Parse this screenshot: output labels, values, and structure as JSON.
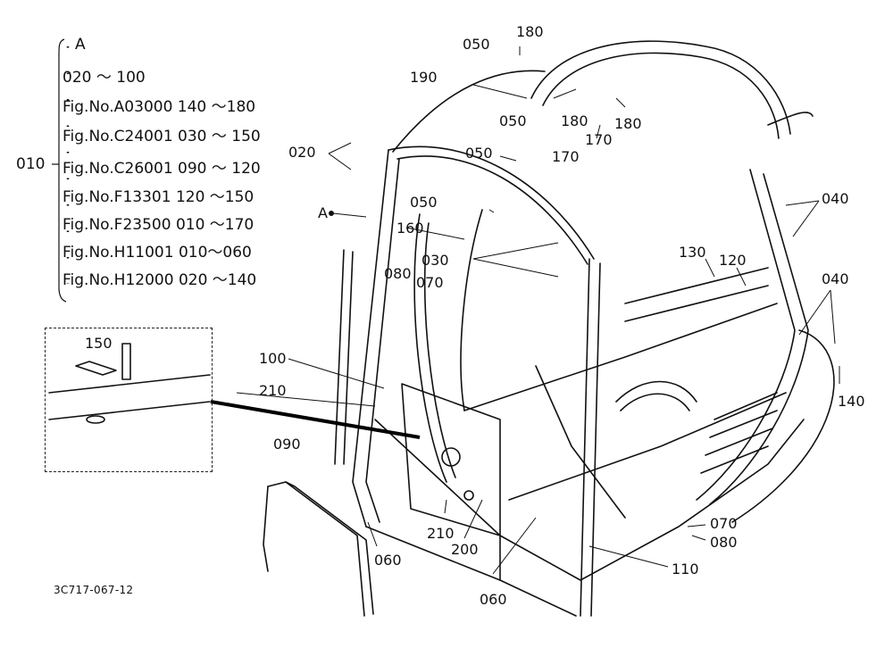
{
  "reference_list": {
    "root_label": "010",
    "first_item": "A",
    "items": [
      "020 ～ 100",
      "Fig.No.A03000 140 ～180",
      "Fig.No.C24001 030 ～ 150",
      "Fig.No.C26001 090 ～ 120",
      "Fig.No.F13301 120 ～150",
      "Fig.No.F23500 010 ～170",
      "Fig.No.H11001 010～060",
      "Fig.No.H12000 020 ～140"
    ]
  },
  "callouts": {
    "c050a": "050",
    "c180a": "180",
    "c190": "190",
    "c050b": "050",
    "c180b": "180",
    "c180c": "180",
    "c170a": "170",
    "c020": "020",
    "c050c": "050",
    "c170b": "170",
    "c050d": "050",
    "c040a": "040",
    "cA": "A",
    "c160": "160",
    "c030": "030",
    "c130": "130",
    "c120": "120",
    "c080a": "080",
    "c070a": "070",
    "c040b": "040",
    "c150": "150",
    "c100": "100",
    "c140": "140",
    "c210a": "210",
    "c090": "090",
    "c070b": "070",
    "c080b": "080",
    "c110": "110",
    "c210b": "210",
    "c200": "200",
    "c060a": "060",
    "c060b": "060"
  },
  "drawing_number": "3C717-067-12",
  "colors": {
    "ink": "#111111",
    "background": "#ffffff"
  }
}
